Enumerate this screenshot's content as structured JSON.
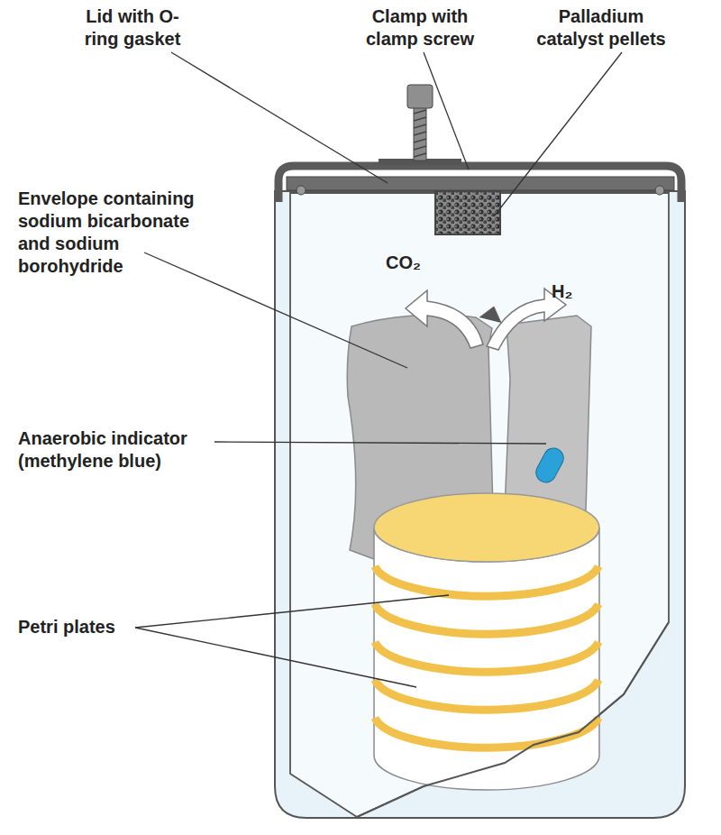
{
  "diagram": {
    "labels": [
      "Lid with O-ring gasket",
      "Clamp with clamp screw",
      "Palladium catalyst pellets",
      "Envelope containing sodium bicarbonate and sodium borohydride",
      "CO₂",
      "H₂",
      "Anaerobic indicator (methylene blue)",
      "Petri plates"
    ]
  }
}
